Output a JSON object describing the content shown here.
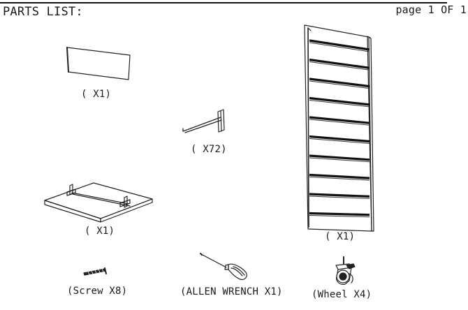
{
  "header": {
    "title": "PARTS LIST:",
    "page": "page 1 OF 1"
  },
  "parts": [
    {
      "id": "panel-card",
      "label": "( X1)"
    },
    {
      "id": "hook",
      "label": "( X72)"
    },
    {
      "id": "base",
      "label": "( X1)"
    },
    {
      "id": "slatwall",
      "label": "( X1)"
    },
    {
      "id": "screw",
      "label": "(Screw X8)"
    },
    {
      "id": "wrench",
      "label": "(ALLEN WRENCH X1)"
    },
    {
      "id": "wheel",
      "label": "(Wheel X4)"
    }
  ]
}
